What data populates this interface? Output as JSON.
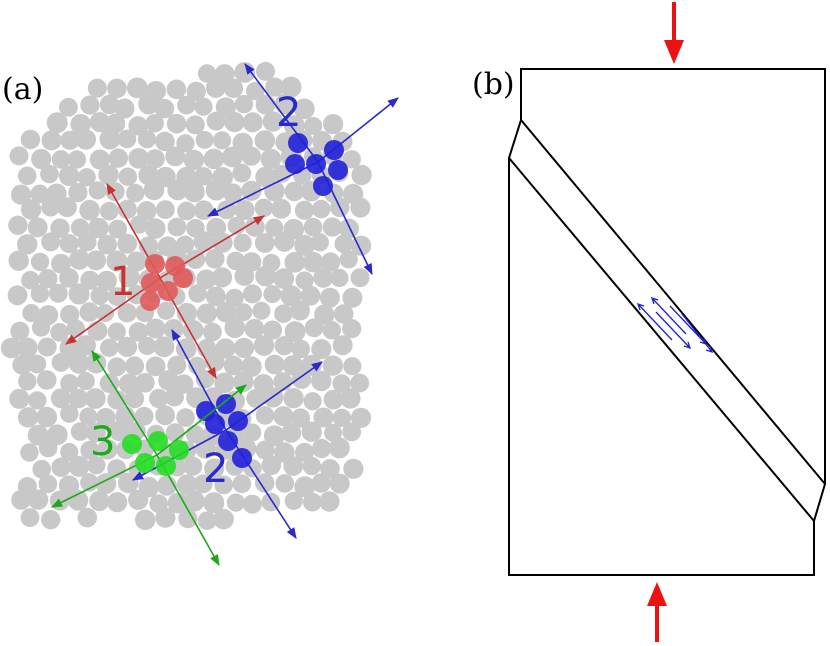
{
  "panel_a": {
    "label": "(a)",
    "particle_color": "#c8c8c8",
    "clusters": [
      {
        "id": "red",
        "label": "1",
        "color": "#c83232",
        "fill": "#e05a5a"
      },
      {
        "id": "blue-top",
        "label": "2",
        "color": "#2a2acc",
        "fill": "#2020d8"
      },
      {
        "id": "blue-bottom",
        "label": "2",
        "color": "#2a2acc",
        "fill": "#2020d8"
      },
      {
        "id": "green",
        "label": "3",
        "color": "#1aaa1a",
        "fill": "#22dd22"
      }
    ]
  },
  "panel_b": {
    "label": "(b)",
    "load_arrow_color": "#ee1111",
    "outline_color": "#000000",
    "shear_arrow_color": "#2222cc"
  }
}
